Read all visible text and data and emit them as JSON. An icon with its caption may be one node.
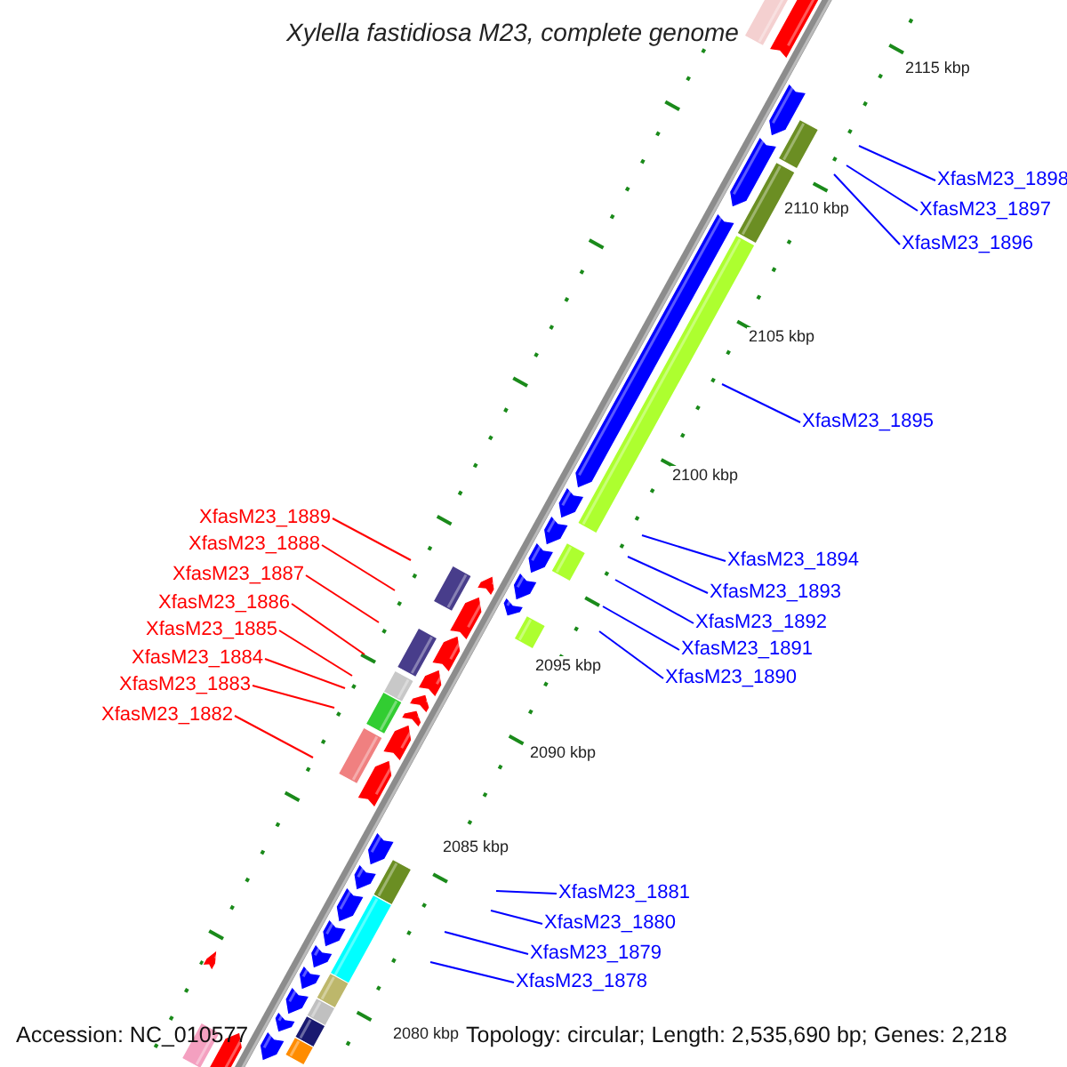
{
  "diagram": {
    "title": "Xylella fastidiosa M23, complete genome",
    "nodes": [
      {
        "text": [
          "XfasM23_1898"
        ]
      },
      {
        "text": [
          "XfasM23_1897"
        ]
      },
      {
        "text": [
          "XfasM23_1896"
        ]
      },
      {
        "text": [
          "XfasM23_1895"
        ]
      },
      {
        "text": [
          "XfasM23_1889"
        ]
      },
      {
        "text": [
          "XfasM23_1888"
        ]
      },
      {
        "text": [
          "XfasM23_1894"
        ]
      },
      {
        "text": [
          "XfasM23_1887"
        ]
      },
      {
        "text": [
          "XfasM23_1893"
        ]
      },
      {
        "text": [
          "XfasM23_1886"
        ]
      },
      {
        "text": [
          "XfasM23_1892"
        ]
      },
      {
        "text": [
          "XfasM23_1885"
        ]
      },
      {
        "text": [
          "XfasM23_1891"
        ]
      },
      {
        "text": [
          "XfasM23_1884"
        ]
      },
      {
        "text": [
          "XfasM23_1890"
        ]
      },
      {
        "text": [
          "XfasM23_1883"
        ]
      },
      {
        "text": [
          "XfasM23_1882"
        ]
      },
      {
        "text": [
          "XfasM23_1881"
        ]
      },
      {
        "text": [
          "XfasM23_1880"
        ]
      },
      {
        "text": [
          "XfasM23_1879"
        ]
      },
      {
        "text": [
          "XfasM23_1878"
        ]
      }
    ],
    "edges": [
      {
        "from": 0,
        "to": null,
        "arrow": "none"
      },
      {
        "from": 1,
        "to": null,
        "arrow": "none"
      },
      {
        "from": 2,
        "to": null,
        "arrow": "none"
      },
      {
        "from": 3,
        "to": null,
        "arrow": "none"
      },
      {
        "from": 4,
        "to": null,
        "arrow": "none",
        "color": "#ff0000"
      },
      {
        "from": 5,
        "to": null,
        "arrow": "none",
        "color": "#ff0000"
      },
      {
        "from": 6,
        "to": null,
        "arrow": "none"
      },
      {
        "from": 7,
        "to": null,
        "arrow": "none",
        "color": "#ff0000"
      },
      {
        "from": 8,
        "to": null,
        "arrow": "none"
      },
      {
        "from": 9,
        "to": null,
        "arrow": "none",
        "color": "#ff0000"
      },
      {
        "from": 10,
        "to": null,
        "arrow": "none"
      },
      {
        "from": 11,
        "to": null,
        "arrow": "none",
        "color": "#ff0000"
      },
      {
        "from": 12,
        "to": null,
        "arrow": "none"
      },
      {
        "from": 13,
        "to": null,
        "arrow": "none",
        "color": "#ff0000"
      },
      {
        "from": 14,
        "to": null,
        "arrow": "none"
      },
      {
        "from": 15,
        "to": null,
        "arrow": "none",
        "color": "#ff0000"
      },
      {
        "from": 16,
        "to": null,
        "arrow": "none",
        "color": "#ff0000"
      },
      {
        "from": 17,
        "to": null,
        "arrow": "none"
      },
      {
        "from": 18,
        "to": null,
        "arrow": "none"
      },
      {
        "from": 19,
        "to": null,
        "arrow": "none"
      },
      {
        "from": 20,
        "to": null,
        "arrow": "none"
      }
    ],
    "labels": [
      "2115 kbp",
      "2110 kbp",
      "2105 kbp",
      "2100 kbp",
      "2095 kbp",
      "2090 kbp",
      "2085 kbp",
      "2080 kbp",
      "Accession: NC_010577",
      "Topology: circular; Length: 2,535,690 bp; Genes: 2,218"
    ]
  }
}
